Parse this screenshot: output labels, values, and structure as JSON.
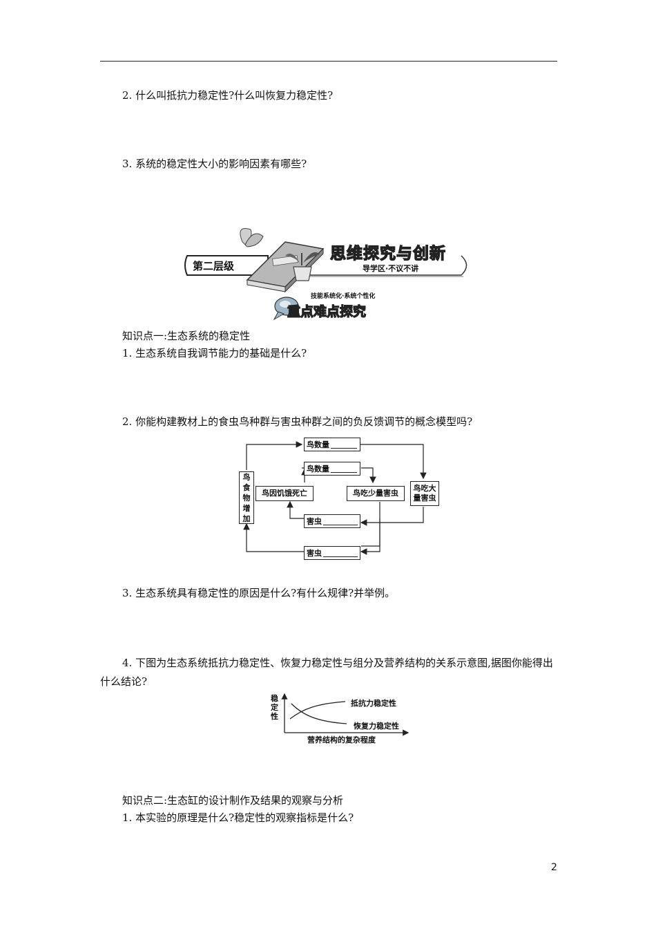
{
  "questions": {
    "q2": "2. 什么叫抵抗力稳定性?什么叫恢复力稳定性?",
    "q3": "3. 系统的稳定性大小的影响因素有哪些?",
    "k1_title": "知识点一:生态系统的稳定性",
    "k1_q1": "1. 生态系统自我调节能力的基础是什么?",
    "k1_q2": "2. 你能构建教材上的食虫鸟种群与害虫种群之间的负反馈调节的概念模型吗?",
    "k1_q3": "3. 生态系统具有稳定性的原因是什么?有什么规律?并举例。",
    "k1_q4": "4. 下图为生态系统抵抗力稳定性、恢复力稳定性与组分及营养结构的关系示意图,据图你能得出什么结论?",
    "k2_title": "知识点二:生态缸的设计制作及结果的观察与分析",
    "k2_q1": "1. 本实验的原理是什么?稳定性的观察指标是什么?"
  },
  "banner": {
    "level_label": "第二层级",
    "title": "思维探究与创新",
    "subtitle": "导学区·不议不讲",
    "small_caption": "技能系统化·系统个性化",
    "section_title": "重点难点探究"
  },
  "flow_diagram": {
    "bird_count_top": "鸟数量",
    "bird_count_mid": "鸟数量",
    "bird_food": "鸟食物增加",
    "bird_food_chars": [
      "鸟",
      "食",
      "物",
      "增",
      "加"
    ],
    "bird_starve": "鸟因饥饿死亡",
    "bird_eat_less": "鸟吃少量害虫",
    "bird_eat_many_l1": "鸟吃大",
    "bird_eat_many_l2": "量害虫",
    "pest_mid": "害虫",
    "pest_bottom": "害虫"
  },
  "chart_data": {
    "type": "line",
    "ylabel": "稳定性",
    "ylabel_chars": [
      "稳",
      "定",
      "性"
    ],
    "xlabel": "营养结构的复杂程度",
    "series": [
      {
        "name": "抵抗力稳定性",
        "trend": "increasing"
      },
      {
        "name": "恢复力稳定性",
        "trend": "decreasing"
      }
    ],
    "grid": false
  },
  "page": {
    "number": "2"
  }
}
